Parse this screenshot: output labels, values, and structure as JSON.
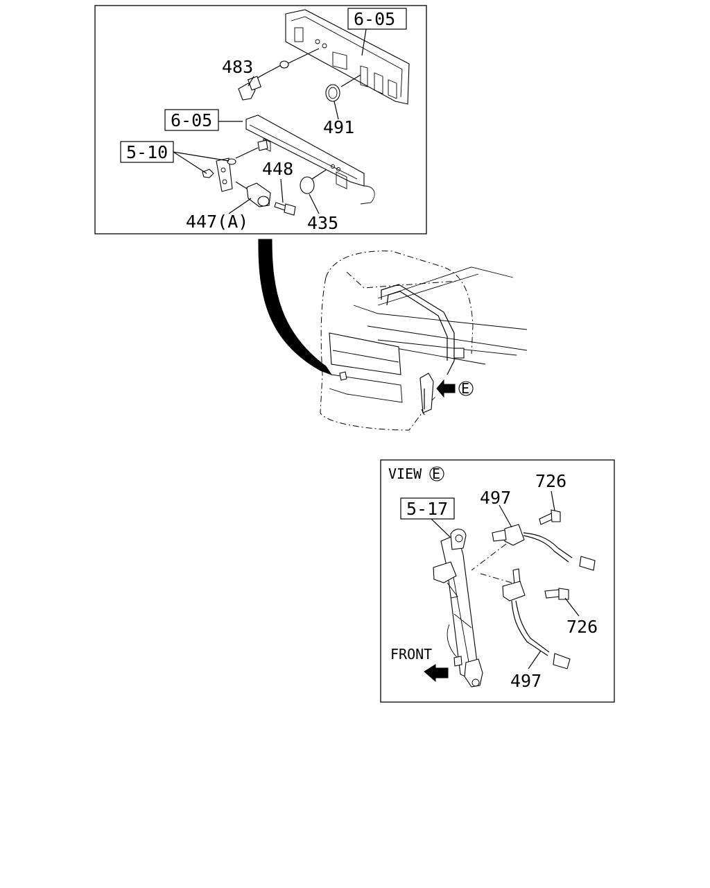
{
  "top_panel": {
    "ref_605_upper": "6-05",
    "ref_605_lower": "6-05",
    "ref_510": "5-10",
    "part_483": "483",
    "part_491": "491",
    "part_448": "448",
    "part_447a": "447(A)",
    "part_435": "435"
  },
  "view_e_panel": {
    "view_label": "VIEW",
    "view_letter": "E",
    "ref_517": "5-17",
    "part_497_upper": "497",
    "part_497_lower": "497",
    "part_726_upper": "726",
    "part_726_lower": "726",
    "front_label": "FRONT"
  },
  "cab_view": {
    "view_marker": "E"
  }
}
